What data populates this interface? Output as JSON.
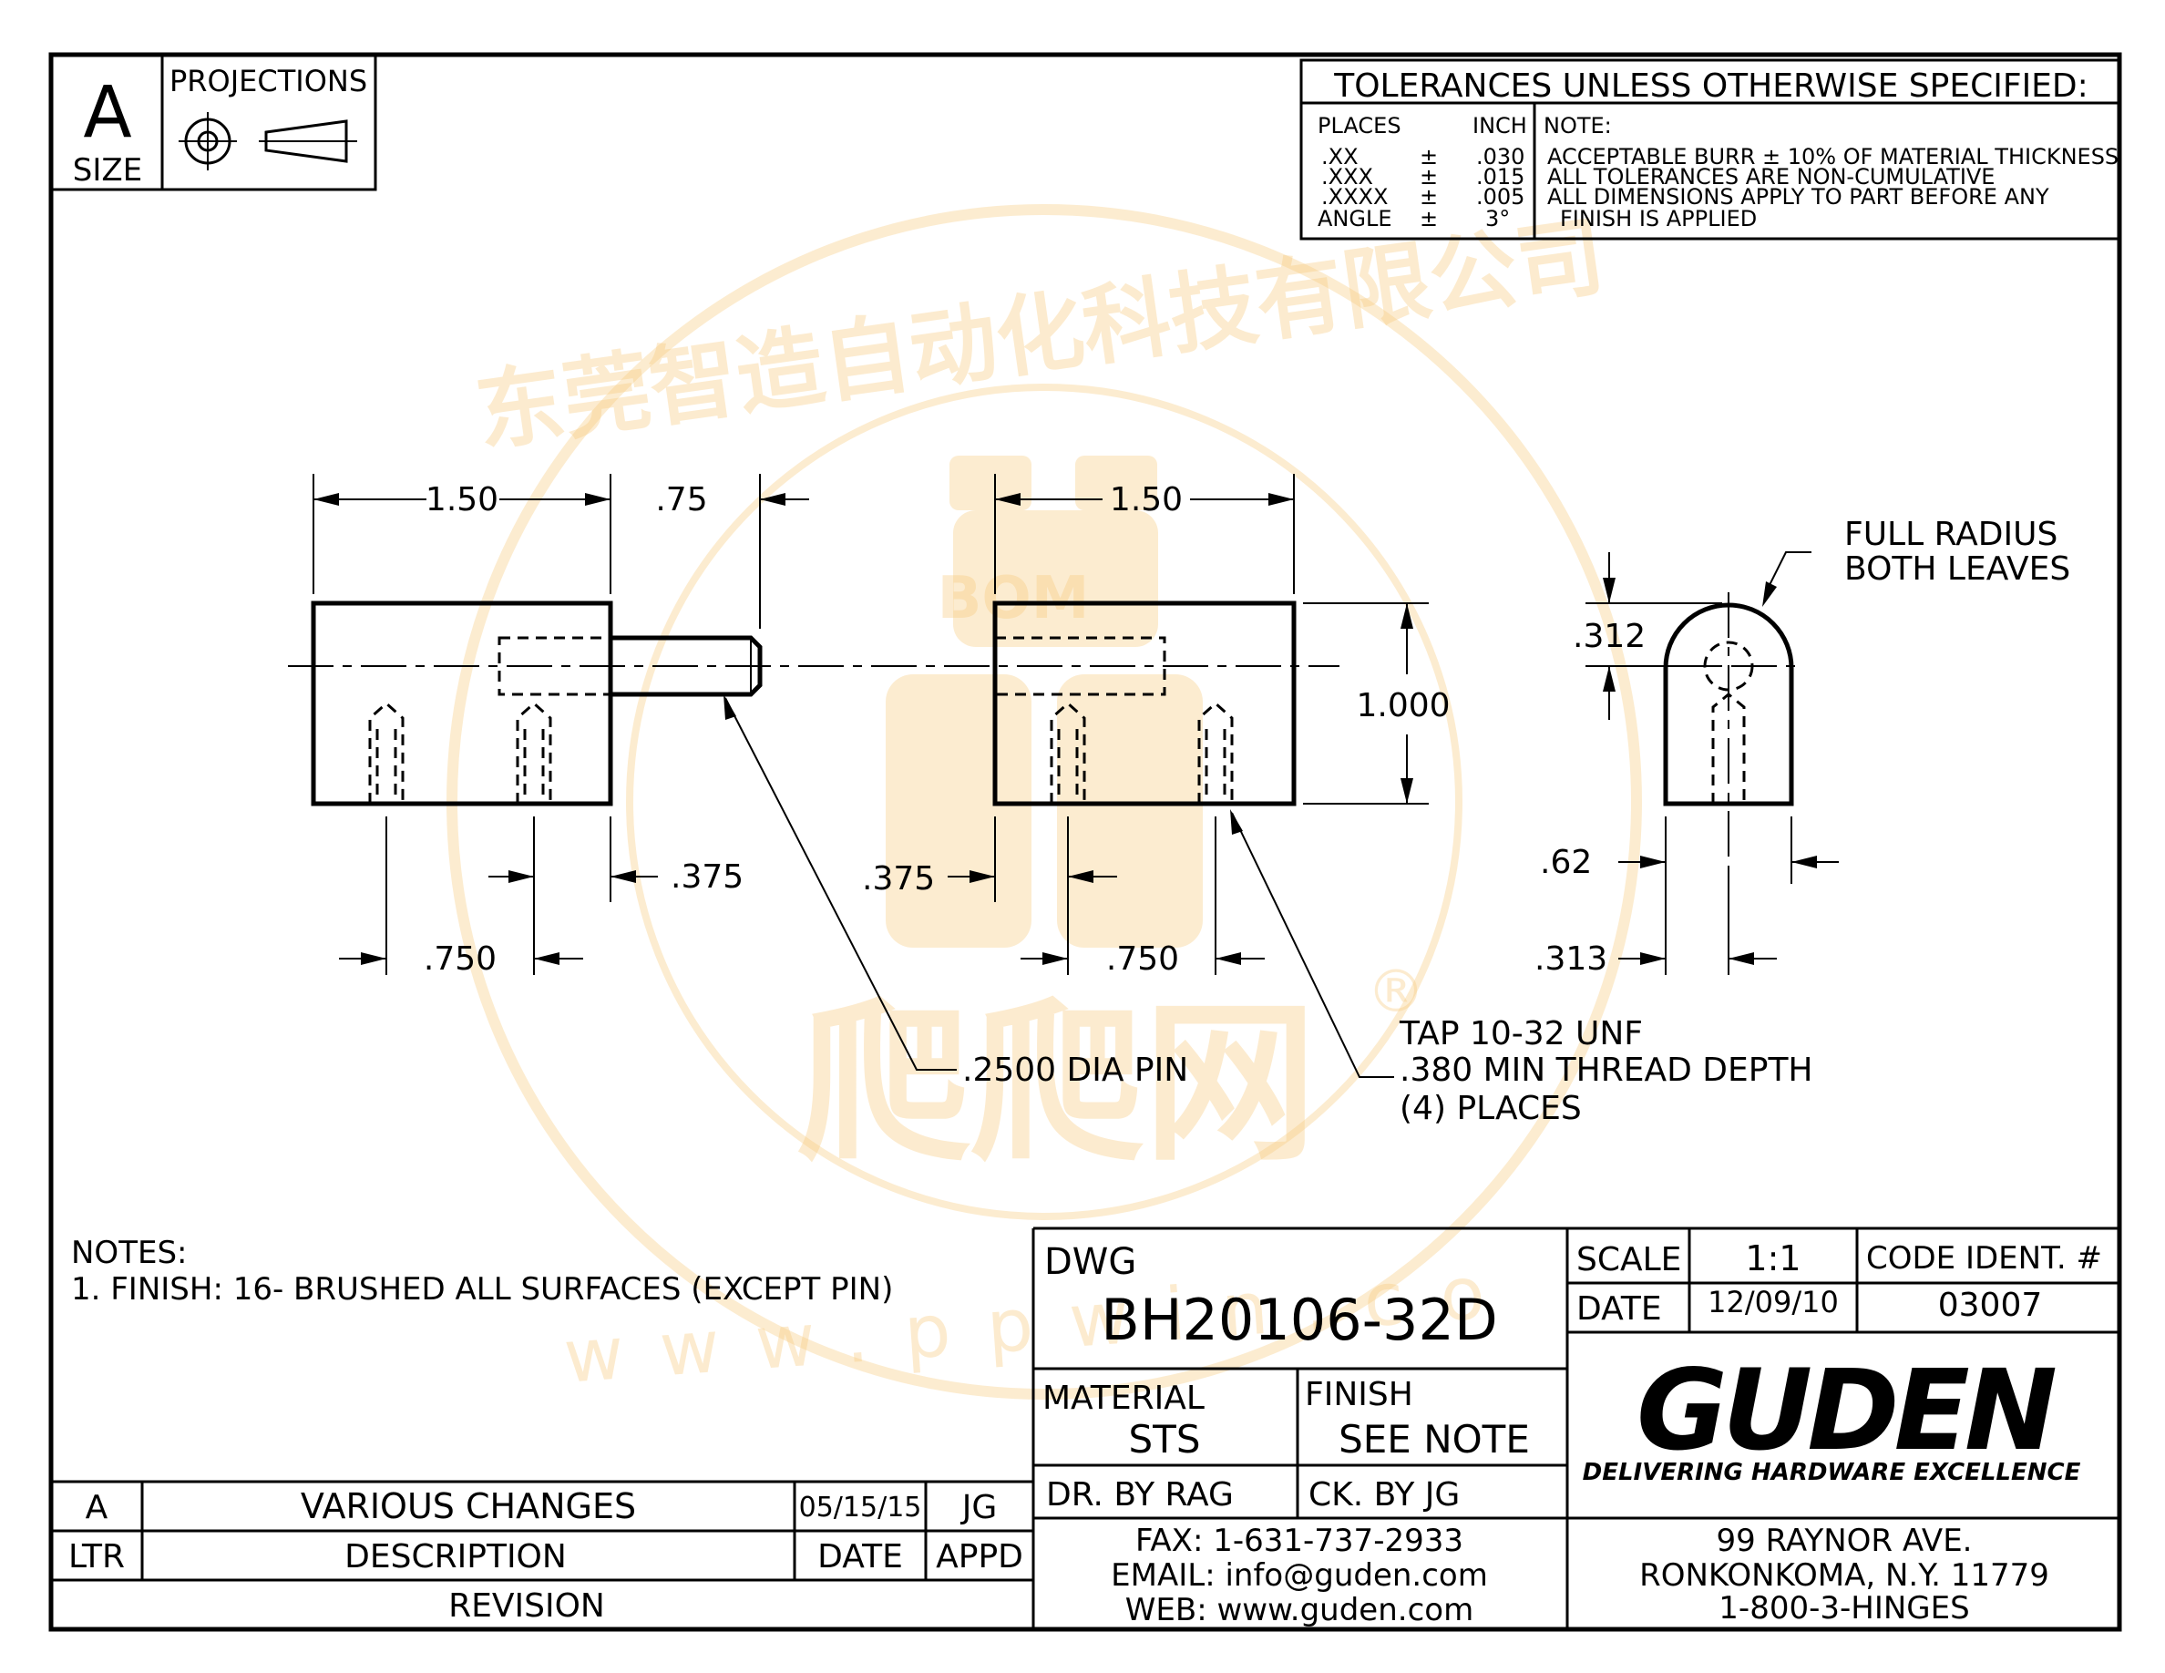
{
  "size_block": {
    "letter": "A",
    "label": "SIZE"
  },
  "projections": {
    "label": "PROJECTIONS"
  },
  "tolerances": {
    "title": "TOLERANCES UNLESS OTHERWISE SPECIFIED:",
    "places_header": "PLACES",
    "inch_header": "INCH",
    "rows": [
      {
        "place": ".XX",
        "pm": "±",
        "value": ".030"
      },
      {
        "place": ".XXX",
        "pm": "±",
        "value": ".015"
      },
      {
        "place": ".XXXX",
        "pm": "±",
        "value": ".005"
      },
      {
        "place": "ANGLE",
        "pm": "±",
        "value": "3°"
      }
    ],
    "note_header": "NOTE:",
    "notes": [
      "ACCEPTABLE BURR ± 10% OF MATERIAL THICKNESS",
      "ALL TOLERANCES ARE NON-CUMULATIVE",
      "ALL DIMENSIONS APPLY TO PART BEFORE ANY",
      "FINISH IS APPLIED"
    ]
  },
  "dimensions": {
    "left_length": "1.50",
    "pin_length": ".75",
    "right_length": "1.50",
    "height": "1.000",
    "left_offset": ".375",
    "mid_offset": ".375",
    "left_spacing": ".750",
    "mid_spacing": ".750",
    "radius": ".312",
    "side_width": ".62",
    "side_half": ".313"
  },
  "callouts": {
    "pin": ".2500 DIA PIN",
    "tap_1": "TAP 10-32 UNF",
    "tap_2": ".380 MIN THREAD DEPTH",
    "tap_3": "(4) PLACES",
    "radius_1": "FULL RADIUS",
    "radius_2": "BOTH LEAVES"
  },
  "notes": {
    "title": "NOTES:",
    "line1": "1. FINISH: 16- BRUSHED ALL SURFACES (EXCEPT PIN)"
  },
  "revision": {
    "ltr": "A",
    "description": "VARIOUS CHANGES",
    "date": "05/15/15",
    "appd": "JG",
    "ltr_header": "LTR",
    "description_header": "DESCRIPTION",
    "date_header": "DATE",
    "appd_header": "APPD",
    "footer": "REVISION"
  },
  "title_block": {
    "dwg_label": "DWG",
    "dwg_number": "BH20106-32D",
    "scale_label": "SCALE",
    "scale_value": "1:1",
    "code_label": "CODE IDENT. #",
    "date_label": "DATE",
    "date_value": "12/09/10",
    "code_value": "03007",
    "material_label": "MATERIAL",
    "material_value": "STS",
    "finish_label": "FINISH",
    "finish_value": "SEE NOTE",
    "drawn_by": "DR. BY RAG",
    "checked_by": "CK. BY JG",
    "fax": "FAX: 1-631-737-2933",
    "email": "EMAIL: info@guden.com",
    "web": "WEB: www.guden.com",
    "company_logo": "GUDEN",
    "tagline": "DELIVERING HARDWARE EXCELLENCE",
    "address1": "99 RAYNOR AVE.",
    "address2": "RONKONKOMA, N.Y. 11779",
    "phone": "1-800-3-HINGES"
  },
  "watermark": {
    "company_cn": "东莞智造自动化科技有限公司",
    "badge": "BOM",
    "brand_cn": "爬爬网",
    "url": "www.ppwin.co",
    "registered": "®"
  }
}
